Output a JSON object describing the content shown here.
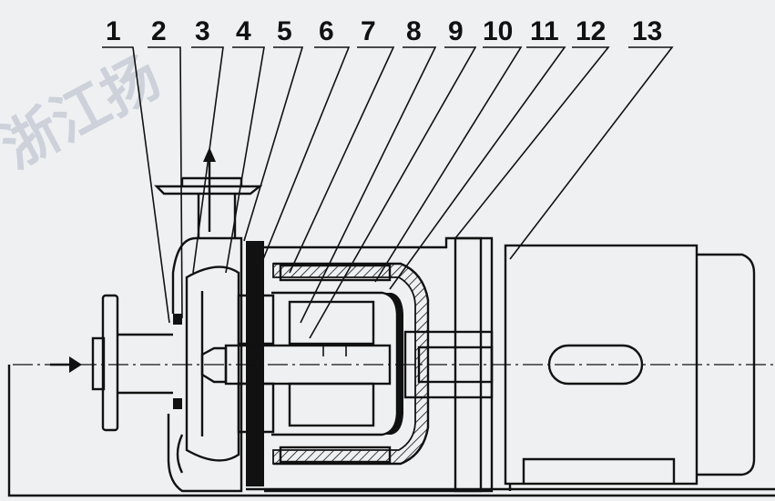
{
  "watermark": "浙江扬",
  "part_numbers": [
    "1",
    "2",
    "3",
    "4",
    "5",
    "6",
    "7",
    "8",
    "9",
    "10",
    "11",
    "12",
    "13"
  ],
  "colors": {
    "ink": "#111111",
    "paper": "#eef0f2",
    "watermark": "#c7ccd6"
  }
}
